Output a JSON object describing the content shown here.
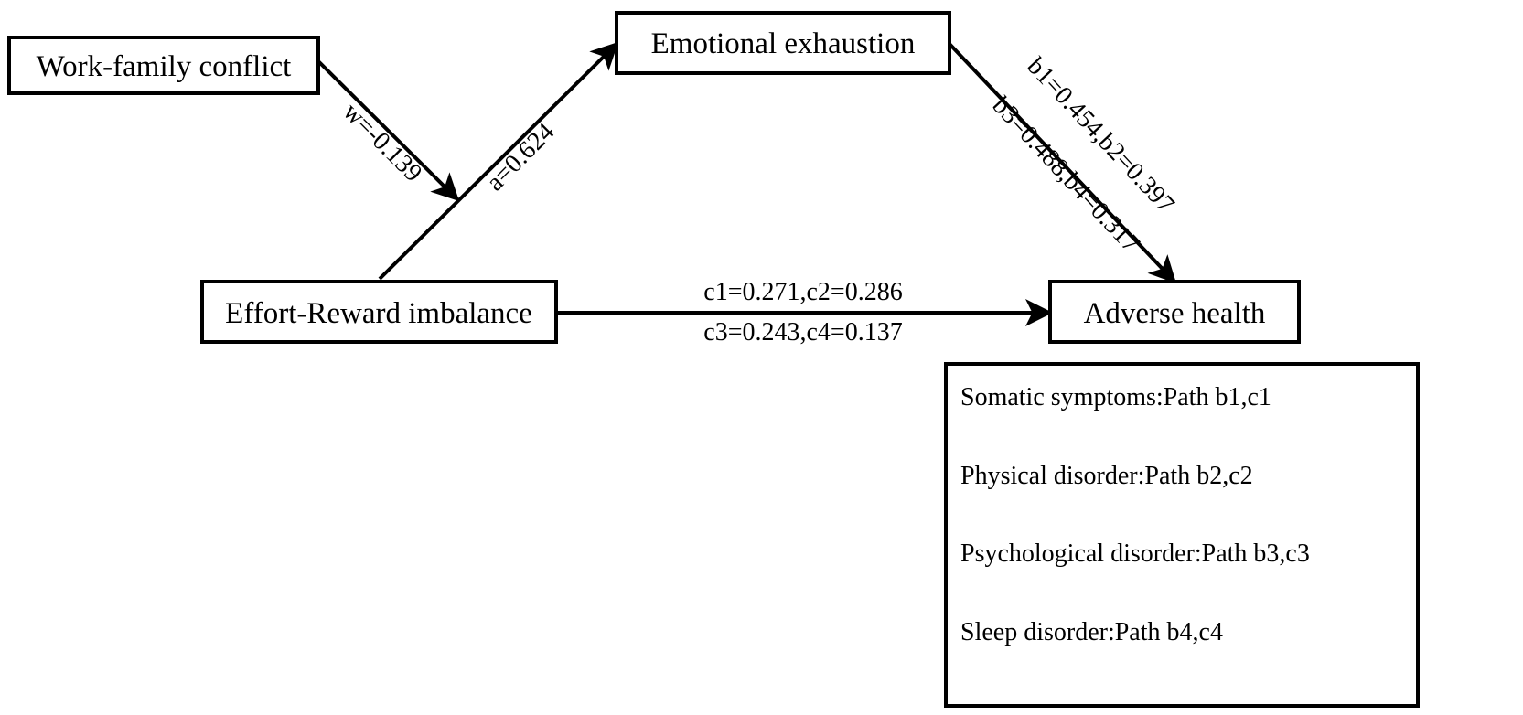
{
  "nodes": {
    "work_family_conflict": "Work-family conflict",
    "emotional_exhaustion": "Emotional exhaustion",
    "effort_reward_imbalance": "Effort-Reward imbalance",
    "adverse_health": "Adverse health"
  },
  "edges": {
    "w": "w=-0.139",
    "a": "a=0.624",
    "b_line1": "b1=0.454,b2=0.397",
    "b_line2": "b3=0.488,b4=0.317",
    "c_line1": "c1=0.271,c2=0.286",
    "c_line2": "c3=0.243,c4=0.137"
  },
  "legend": [
    "Somatic symptoms:Path b1,c1",
    "Physical disorder:Path b2,c2",
    "Psychological disorder:Path b3,c3",
    "Sleep disorder:Path b4,c4"
  ],
  "colors": {
    "stroke": "#000000",
    "background": "#ffffff"
  }
}
